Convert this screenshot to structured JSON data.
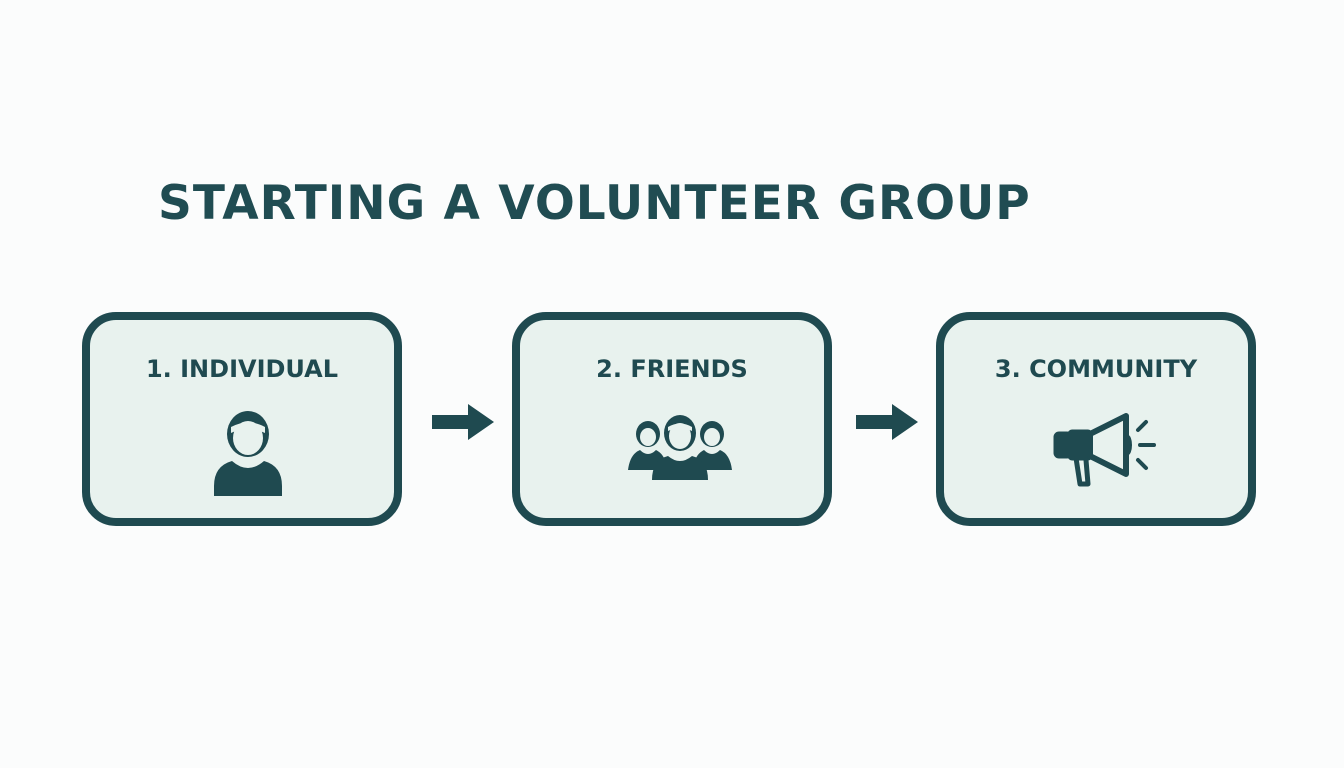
{
  "title": "STARTING A VOLUNTEER GROUP",
  "colors": {
    "primary": "#1f4a50",
    "box_fill": "#e8f2ee",
    "background": "#fbfcfc"
  },
  "steps": [
    {
      "label": "1. INDIVIDUAL",
      "icon": "person-icon"
    },
    {
      "label": "2. FRIENDS",
      "icon": "group-icon"
    },
    {
      "label": "3. COMMUNITY",
      "icon": "megaphone-icon"
    }
  ],
  "connectors": [
    {
      "from": "1. INDIVIDUAL",
      "to": "2. FRIENDS",
      "icon": "arrow-right-icon"
    },
    {
      "from": "2. FRIENDS",
      "to": "3. COMMUNITY",
      "icon": "arrow-right-icon"
    }
  ]
}
